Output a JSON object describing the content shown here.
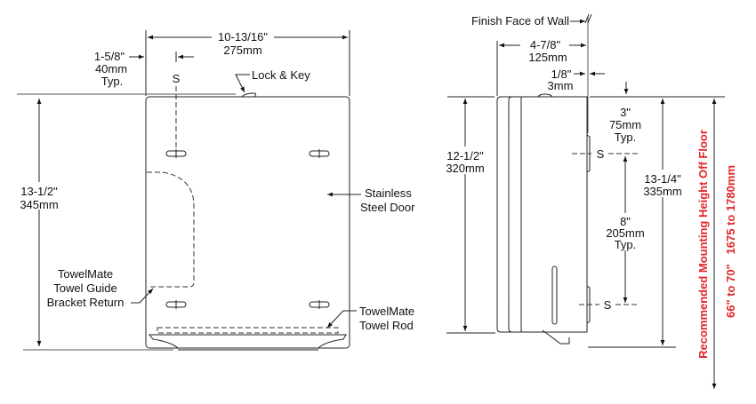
{
  "front_view": {
    "width_in": "10-13/16\"",
    "width_mm": "275mm",
    "offset_in": "1-5/8\"",
    "offset_mm": "40mm",
    "offset_typ": "Typ.",
    "screw_label": "S",
    "lock_label": "Lock & Key",
    "height_in": "13-1/2\"",
    "height_mm": "345mm",
    "door_label": [
      "Stainless",
      "Steel Door"
    ],
    "guide_label": [
      "TowelMate",
      "Towel Guide",
      "Bracket Return"
    ],
    "rod_label": [
      "TowelMate",
      "Towel Rod"
    ]
  },
  "side_view": {
    "wall_label": "Finish Face of Wall",
    "depth_in": "4-7/8\"",
    "depth_mm": "125mm",
    "gap_in": "1/8\"",
    "gap_mm": "3mm",
    "height_in": "12-1/2\"",
    "height_mm": "320mm",
    "top_in": "3\"",
    "top_mm": "75mm",
    "top_typ": "Typ.",
    "screw_label": "S",
    "spacing_in": "8\"",
    "spacing_mm": "205mm",
    "spacing_typ": "Typ.",
    "overall_in": "13-1/4\"",
    "overall_mm": "335mm",
    "mount_label": "Recommended Mounting Height Off Floor",
    "mount_range": "66\" to 70\"   1675 to 1780mm",
    "accent_color": "#e0262a"
  }
}
